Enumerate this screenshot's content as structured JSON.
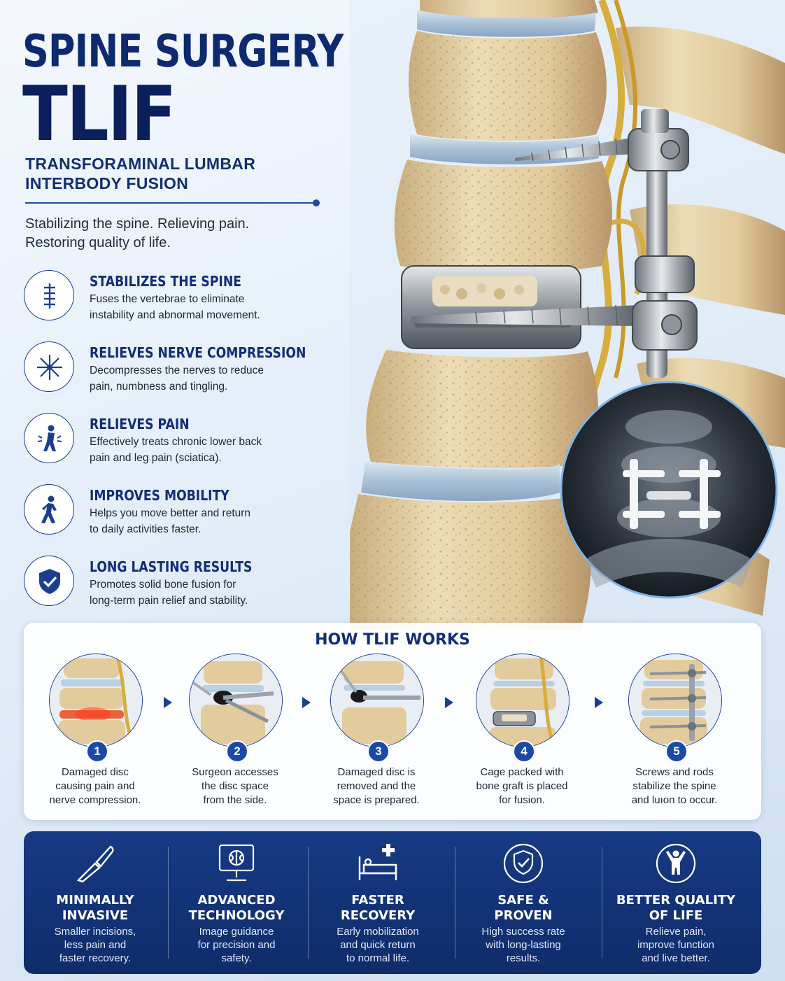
{
  "header": {
    "title_line1": "SPINE SURGERY",
    "title_line2": "TLIF",
    "subtitle_line1": "TRANSFORAMINAL LUMBAR",
    "subtitle_line2": "INTERBODY FUSION",
    "tagline_line1": "Stabilizing the spine. Relieving pain.",
    "tagline_line2": "Restoring quality of life."
  },
  "benefits": [
    {
      "title": "STABILIZES THE SPINE",
      "desc_line1": "Fuses the vertebrae to eliminate",
      "desc_line2": "instability and abnormal movement.",
      "icon": "spine-icon"
    },
    {
      "title": "RELIEVES NERVE COMPRESSION",
      "desc_line1": "Decompresses the nerves to reduce",
      "desc_line2": "pain, numbness and tingling.",
      "icon": "nerve-icon"
    },
    {
      "title": "RELIEVES PAIN",
      "desc_line1": "Effectively treats chronic lower back",
      "desc_line2": "pain and leg pain (sciatica).",
      "icon": "back-pain-icon"
    },
    {
      "title": "IMPROVES MOBILITY",
      "desc_line1": "Helps you move better and return",
      "desc_line2": "to daily activities faster.",
      "icon": "walking-icon"
    },
    {
      "title": "LONG LASTING RESULTS",
      "desc_line1": "Promotes solid bone fusion for",
      "desc_line2": "long-term pain relief and stability.",
      "icon": "shield-check-icon"
    }
  ],
  "how": {
    "title": "HOW TLIF WORKS",
    "steps": [
      {
        "num": "1",
        "l1": "Damaged disc",
        "l2": "causing pain and",
        "l3": "nerve compression."
      },
      {
        "num": "2",
        "l1": "Surgeon accesses",
        "l2": "the disc space",
        "l3": "from the side."
      },
      {
        "num": "3",
        "l1": "Damaged disc is",
        "l2": "removed and the",
        "l3": "space is prepared."
      },
      {
        "num": "4",
        "l1": "Cage packed with",
        "l2": "bone graft is placed",
        "l3": "for fusion."
      },
      {
        "num": "5",
        "l1": "Screws and rods",
        "l2": "stabilize the spine",
        "l3": "and luıon to occur."
      }
    ]
  },
  "features": [
    {
      "t1": "MINIMALLY",
      "t2": "INVASIVE",
      "d1": "Smaller incisions,",
      "d2": "less pain and",
      "d3": "faster recovery.",
      "icon": "scalpel-icon"
    },
    {
      "t1": "ADVANCED",
      "t2": "TECHNOLOGY",
      "d1": "Image guidance",
      "d2": "for precision and",
      "d3": "safety.",
      "icon": "monitor-brain-icon"
    },
    {
      "t1": "FASTER",
      "t2": "RECOVERY",
      "d1": "Early mobilization",
      "d2": "and quick return",
      "d3": "to normal life.",
      "icon": "hospital-bed-icon"
    },
    {
      "t1": "SAFE &",
      "t2": "PROVEN",
      "d1": "High success rate",
      "d2": "with long-lasting",
      "d3": "results.",
      "icon": "shield-check-icon"
    },
    {
      "t1": "BETTER QUALITY",
      "t2": "OF LIFE",
      "d1": "Relieve pain,",
      "d2": "improve function",
      "d3": "and live better.",
      "icon": "person-raised-arms-icon"
    }
  ],
  "colors": {
    "navy": "#0e2a6e",
    "accent": "#1b4aa5",
    "bone": "#e6d2a8",
    "disc": "#b9cfe2",
    "bar": "#0f2c6a"
  }
}
